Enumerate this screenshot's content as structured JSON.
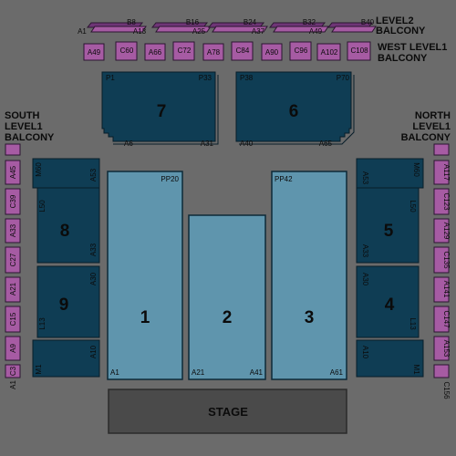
{
  "balconies": {
    "level2": [
      "LEVEL2",
      "BALCONY"
    ],
    "west": [
      "WEST LEVEL1",
      "BALCONY"
    ],
    "south": [
      "SOUTH",
      "LEVEL1",
      "BALCONY"
    ],
    "north": [
      "NORTH",
      "LEVEL1",
      "BALCONY"
    ]
  },
  "level2_seats": {
    "top": [
      "B8",
      "B16",
      "B24",
      "B32",
      "B40"
    ],
    "bottom": [
      "A1",
      "A13",
      "A25",
      "A37",
      "A49"
    ]
  },
  "west_seats": [
    "A49",
    "C60",
    "A66",
    "C72",
    "A78",
    "C84",
    "A90",
    "C96",
    "A102",
    "C108"
  ],
  "south_seats": [
    "A45",
    "C39",
    "A33",
    "C27",
    "A21",
    "C15",
    "A9",
    "C3",
    "A1"
  ],
  "north_seats": [
    "A117",
    "C123",
    "A129",
    "C135",
    "A141",
    "C147",
    "A153",
    "C156"
  ],
  "blocks": {
    "b7": {
      "num": "7",
      "tl": "P1",
      "tr": "P33",
      "bl": "A6",
      "br": "A31"
    },
    "b6": {
      "num": "6",
      "tl": "P38",
      "tr": "P70",
      "bl": "A40",
      "br": "A65"
    },
    "b8": {
      "num": "8",
      "r1": "M60",
      "r2": "A53",
      "r3": "L50",
      "r4": "A33"
    },
    "b9": {
      "num": "9",
      "r1": "A30",
      "r2": "L13"
    },
    "b9b": {
      "r1": "A10",
      "r2": "M1"
    },
    "b5": {
      "num": "5",
      "r1": "A53",
      "r2": "M60",
      "r3": "L50",
      "r4": "A33"
    },
    "b4": {
      "num": "4",
      "r1": "A30",
      "r2": "L13"
    },
    "b4b": {
      "r1": "A10",
      "r2": "M1"
    },
    "b1": {
      "num": "1",
      "top": "PP20",
      "bottom": "A1"
    },
    "b2": {
      "num": "2",
      "bl": "A21",
      "br": "A41"
    },
    "b3": {
      "num": "3",
      "top": "PP42",
      "bottom": "A61"
    }
  },
  "stage": "STAGE",
  "colors": {
    "background": "#6b6b6b",
    "balcony_box": "#a65ba3",
    "balcony_dark": "#6f3577",
    "tier_block": "#0f3d54",
    "floor_block": "#5f95ad",
    "stage": "#4a4a4a"
  }
}
